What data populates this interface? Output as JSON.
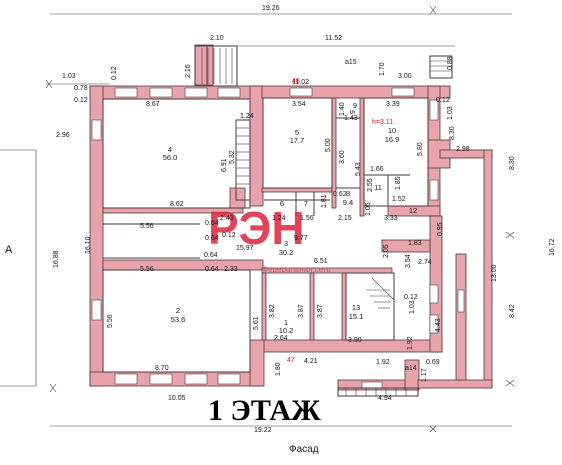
{
  "title": "1 ЭТАЖ",
  "facade_label": "Фасад",
  "watermark": {
    "logo": "РЭН",
    "subtitle": "Федеральная сеть"
  },
  "side_label": "А",
  "rooms": [
    {
      "id": "room-1",
      "number": "1",
      "area": "10.2"
    },
    {
      "id": "room-2",
      "number": "2",
      "area": "53.6"
    },
    {
      "id": "room-3",
      "number": "3",
      "area": "30.2"
    },
    {
      "id": "room-4",
      "number": "4",
      "area": "56.0"
    },
    {
      "id": "room-5",
      "number": "5",
      "area": "17.7"
    },
    {
      "id": "room-6",
      "number": "6",
      "area": ""
    },
    {
      "id": "room-7",
      "number": "7",
      "area": ""
    },
    {
      "id": "room-8",
      "number": "8",
      "area": "9.4"
    },
    {
      "id": "room-9",
      "number": "9",
      "area": ""
    },
    {
      "id": "room-10",
      "number": "10",
      "area": "16.9"
    },
    {
      "id": "room-11",
      "number": "11",
      "area": ""
    },
    {
      "id": "room-12",
      "number": "12",
      "area": ""
    },
    {
      "id": "room-13",
      "number": "13",
      "area": "15.1"
    }
  ],
  "ceiling_height": "h=3.11",
  "red_marks": [
    "48",
    "47"
  ],
  "dims": {
    "d19_26": "19.26",
    "d2_10": "2.10",
    "d11_52": "11.52",
    "a15": "a15",
    "d1_70": "1.70",
    "d3_00": "3.00",
    "d0_88": "0.88",
    "d1_03": "1.03",
    "d0_12a": "0.12",
    "d2_16": "2.16",
    "d11_02": "11.02",
    "d0_78": "0.78",
    "d0_12b": "0.12",
    "d8_67": "8.67",
    "d3_54": "3.54",
    "d9": "9",
    "d3_39": "3.39",
    "d0_12c": "0.12",
    "d1_03b": "1.03",
    "d2_96": "2.96",
    "d1_24": "1.24",
    "d1_40": "1.40",
    "d1_43": "1.43",
    "d8_30a": "8.30",
    "d2_98": "2.98",
    "d8_30b": "8.30",
    "d6_91": "6.91",
    "d5_32": "5.32",
    "d5_00": "5.00",
    "d3_60": "3.60",
    "d5_43": "5.43",
    "d5_80": "5.80",
    "d1_66": "1.66",
    "d2_55": "2.55",
    "d1_85": "1.85",
    "d16_88": "16.88",
    "d16_10": "16.10",
    "d8_62": "8.62",
    "d1_52": "1.52",
    "d0_62": "0.62",
    "d1_81": "1.81",
    "d1_05": "1.05",
    "d5_56a": "5.56",
    "d0_64a": "0.64",
    "d2_43": "2.43",
    "d1_24b": "1.24",
    "d1_56": "1.56",
    "d2_15": "2.15",
    "d3_33": "3.33",
    "d0_95": "0.95",
    "d16_72": "16.72",
    "d0_64b": "0.64",
    "d0_12d": "0.12",
    "d15_97": "15.97",
    "d9_77": "9.77",
    "d2_05": "2.05",
    "d1_83": "1.83",
    "d0_64c": "0.64",
    "d6_51": "6.51",
    "d3_54b": "3.54",
    "d2_74": "2.74",
    "d13_00": "13.00",
    "d5_56b": "5.56",
    "d0_64d": "0.64",
    "d2_33": "2.33",
    "d5_56c": "5.56",
    "d5_61": "5.61",
    "d3_82": "3.82",
    "d3_87a": "3.87",
    "d3_87b": "3.87",
    "d0_12e": "0.12",
    "d1_03c": "1.03",
    "d8_42": "8.42",
    "d4_43": "4.43",
    "d2_64": "2.64",
    "d3_90": "3.90",
    "d1_92a": "1.92",
    "d8_70": "8.70",
    "d1_80": "1.80",
    "d4_21": "4.21",
    "d1_92b": "1.92",
    "d0_69": "0.69",
    "a14": "a14",
    "d1_17": "1.17",
    "d10_05": "10.05",
    "d4_94": "4.94",
    "d19_22": "19.22"
  }
}
